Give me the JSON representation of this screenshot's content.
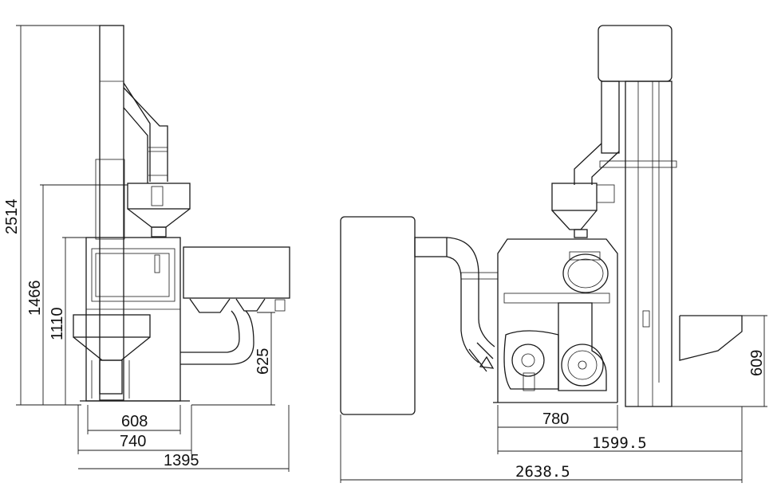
{
  "dimensions": {
    "left_view": {
      "overall_height": "2514",
      "hopper_height": "1466",
      "body_height": "1110",
      "outlet_height": "625",
      "base_width": "608",
      "frame_width": "740",
      "overall_width": "1395"
    },
    "right_view": {
      "machine_width": "780",
      "partial_width": "1599.5",
      "overall_width": "2638.5",
      "outlet_height": "609"
    }
  }
}
